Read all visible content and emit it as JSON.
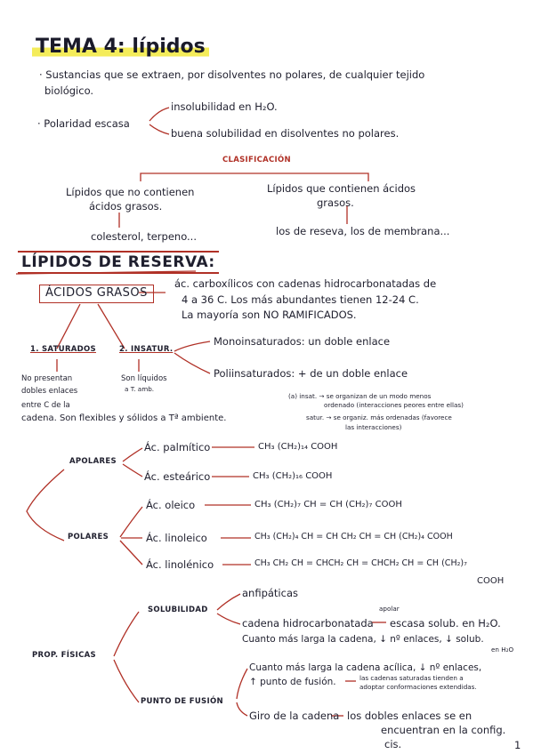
{
  "title": "TEMA 4: lípidos",
  "intro": {
    "line1": "· Sustancias que se extraen, por disolventes no polares, de cualquier tejido",
    "line2": "biológico.",
    "polaridad": "· Polaridad escasa",
    "polaridad_a": "insolubilidad en H₂O.",
    "polaridad_b": "buena solubilidad en disolventes no polares."
  },
  "clasificacion": {
    "label": "CLASIFICACIÓN",
    "left_line1": "Lípidos que no contienen",
    "left_line2": "ácidos grasos.",
    "left_example": "colesterol, terpeno...",
    "right_line1": "Lípidos que contienen ácidos",
    "right_line2": "grasos.",
    "right_example": "los de reseva, los de membrana..."
  },
  "reserva": {
    "heading": "LÍPIDOS DE RESERVA:",
    "acidos_label": "ÁCIDOS GRASOS",
    "acidos_desc1": "ác. carboxílicos con cadenas hidrocarbonatadas de",
    "acidos_desc2": "4 a 36 C. Los más abundantes tienen 12-24 C.",
    "acidos_desc3": "La mayoría son NO RAMIFICADOS.",
    "saturados": "1. SATURADOS",
    "insatur": "2. INSATUR.",
    "sat_desc1": "No presentan",
    "sat_desc2": "dobles enlaces",
    "sat_desc3": "entre C de la",
    "sat_desc4": "cadena. Son flexibles y sólidos a Tª ambiente.",
    "insat_desc1": "Son líquidos",
    "insat_desc2": "a T. amb.",
    "mono": "Monoinsaturados: un doble enlace",
    "poli": "Poliinsaturados: + de un doble enlace",
    "note1": "(a) insat. → se organizan de un modo menos",
    "note2": "ordenado (interacciones peores entre ellas)",
    "note3": "satur. → se organiz. más ordenadas (favorece",
    "note4": "las interacciones)"
  },
  "apolares": {
    "label": "APOLARES",
    "items": [
      {
        "name": "Ác. palmítico",
        "formula": "CH₃ (CH₂)₁₄ COOH"
      },
      {
        "name": "Ác. esteárico",
        "formula": "CH₃ (CH₂)₁₆ COOH"
      }
    ]
  },
  "polares": {
    "label": "POLARES",
    "items": [
      {
        "name": "Ác. oleico",
        "formula": "CH₃ (CH₂)₇ CH = CH (CH₂)₇ COOH"
      },
      {
        "name": "Ác. linoleico",
        "formula": "CH₃ (CH₂)₄ CH = CH CH₂ CH = CH (CH₂)₄ COOH"
      },
      {
        "name": "Ác. linolénico",
        "formula": "CH₃ CH₂ CH = CHCH₂ CH = CHCH₂ CH = CH (CH₂)₇",
        "formula_end": "COOH"
      }
    ]
  },
  "propiedades": {
    "label": "PROP. FÍSICAS",
    "solubilidad": "SOLUBILIDAD",
    "anfipaticas": "anfipáticas",
    "apolar_note": "apolar",
    "cadena1": "cadena hidrocarbonatada",
    "cadena1b": "escasa solub. en H₂O.",
    "cadena2": "Cuanto más larga la cadena, ↓ nº enlaces, ↓ solub.",
    "cadena2b": "en H₂O",
    "punto_label": "PUNTO DE FUSIÓN",
    "pf1": "Cuanto más larga la cadena acílica, ↓ nº enlaces,",
    "pf2": "↑ punto de fusión.",
    "pf2_note1": "las cadenas saturadas tienden a",
    "pf2_note2": "adoptar conformaciones extendidas.",
    "giro1": "Giro de la cadena",
    "giro1b": "los dobles enlaces se en",
    "giro2": "encuentran en la config.",
    "giro3": "cis."
  },
  "page_number": "1"
}
